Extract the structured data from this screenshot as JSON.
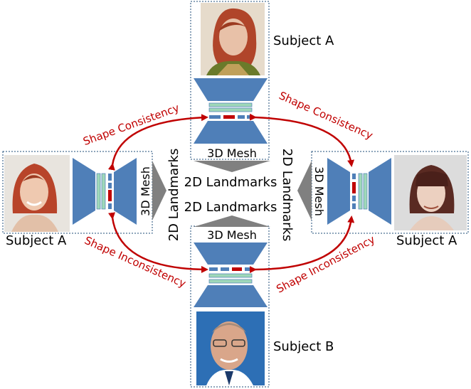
{
  "labels": {
    "subject_top": "Subject A",
    "subject_left": "Subject A",
    "subject_right": "Subject A",
    "subject_bottom": "Subject B",
    "mesh_top": "3D Mesh",
    "mesh_bottom": "3D Mesh",
    "mesh_left": "3D Mesh",
    "mesh_right": "3D Mesh",
    "landmarks_upper": "2D Landmarks",
    "landmarks_lower": "2D Landmarks",
    "landmarks_left_vertical": "2D Landmarks",
    "landmarks_right_vertical": "2D Landmarks",
    "consistency_upper_left": "Shape Consistency",
    "consistency_upper_right": "Shape Consistency",
    "inconsistency_lower_left": "Shape Inconsistency",
    "inconsistency_lower_right": "Shape Inconsistency"
  },
  "colors": {
    "network_blue": "#4f7fb8",
    "feature_green": "#9fd8b8",
    "feature_red": "#c00000",
    "arrow_red": "#c00000",
    "gray_arrow": "#808080",
    "dashed_border": "#1f4e79"
  },
  "icons": {
    "top_photo": "face-photo-subject-a-red-hair",
    "left_photo": "face-photo-subject-a-smiling",
    "right_photo": "face-photo-subject-a-bangs",
    "bottom_photo": "face-photo-subject-b-glasses"
  }
}
